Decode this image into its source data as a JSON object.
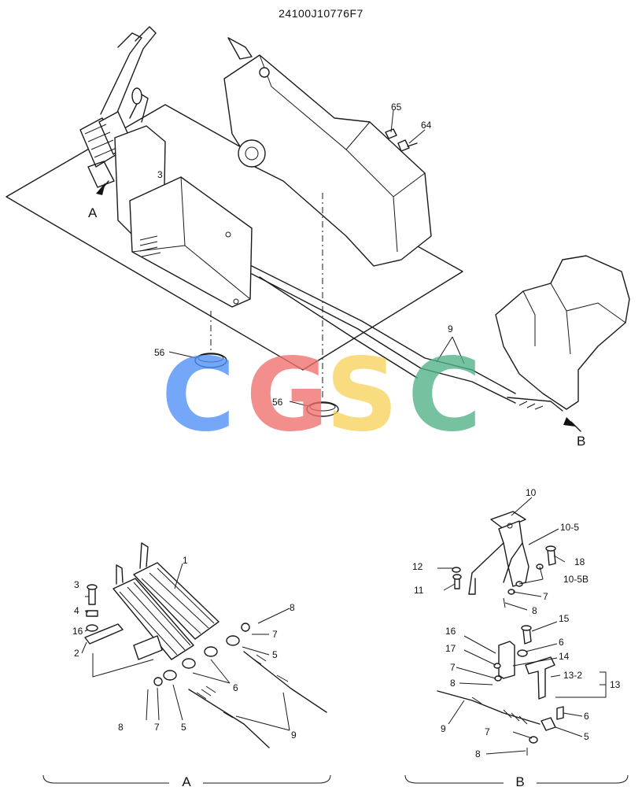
{
  "title": "24100J10776F7",
  "watermark": {
    "letters": [
      "C",
      "G",
      "S",
      "C"
    ],
    "colors": [
      "#4f8ff7",
      "#ef6f6c",
      "#f7d35c",
      "#4fb086"
    ]
  },
  "upper": {
    "part_labels": [
      "65",
      "64",
      "9",
      "56",
      "56"
    ],
    "view_arrows": [
      "A",
      "B"
    ]
  },
  "detail_a": {
    "caption": "A",
    "labels": [
      "1",
      "3",
      "4",
      "16",
      "2",
      "8",
      "7",
      "5",
      "6",
      "8",
      "7",
      "5",
      "9"
    ]
  },
  "detail_b": {
    "caption": "B",
    "labels": [
      "10",
      "10-5",
      "18",
      "12",
      "10-5B",
      "11",
      "7",
      "8",
      "15",
      "16",
      "6",
      "17",
      "14",
      "7",
      "13-2",
      "13",
      "8",
      "9",
      "6",
      "7",
      "5",
      "8"
    ]
  }
}
